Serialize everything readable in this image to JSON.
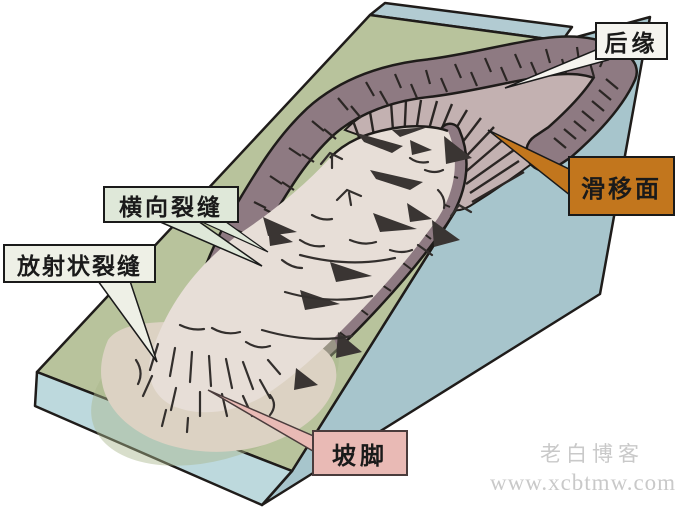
{
  "diagram_title": "landslide-block-diagram",
  "labels": {
    "rear_edge": {
      "text": "后缘",
      "bg": "#f5f4ef"
    },
    "sliding_surface": {
      "text": "滑移面",
      "bg": "#c2761d"
    },
    "transverse_cracks": {
      "text": "横向裂缝",
      "bg": "#dfe8d9"
    },
    "radial_cracks": {
      "text": "放射状裂缝",
      "bg": "#eef0e6"
    },
    "slope_toe": {
      "text": "坡脚",
      "bg": "#e9bab5"
    }
  },
  "watermark": {
    "line1": "老白博客",
    "line2": "www.xcbtmw.com"
  },
  "colors": {
    "surface_green": "#b8c39c",
    "front_face_blue": "#bdd9dd",
    "side_face_blue": "#a7c5cc",
    "back_face_blue": "#b2cbd2",
    "scarp_brown": "#8e7a82",
    "slip_surface_pink": "#c3b1b1",
    "slide_body_beige": "#e7ded7",
    "toe_lobe_beige": "#dcd2c3",
    "crack_dark": "#3a3533",
    "outline": "#1f1c1a",
    "watermark_gray": "#c9c9c9"
  }
}
